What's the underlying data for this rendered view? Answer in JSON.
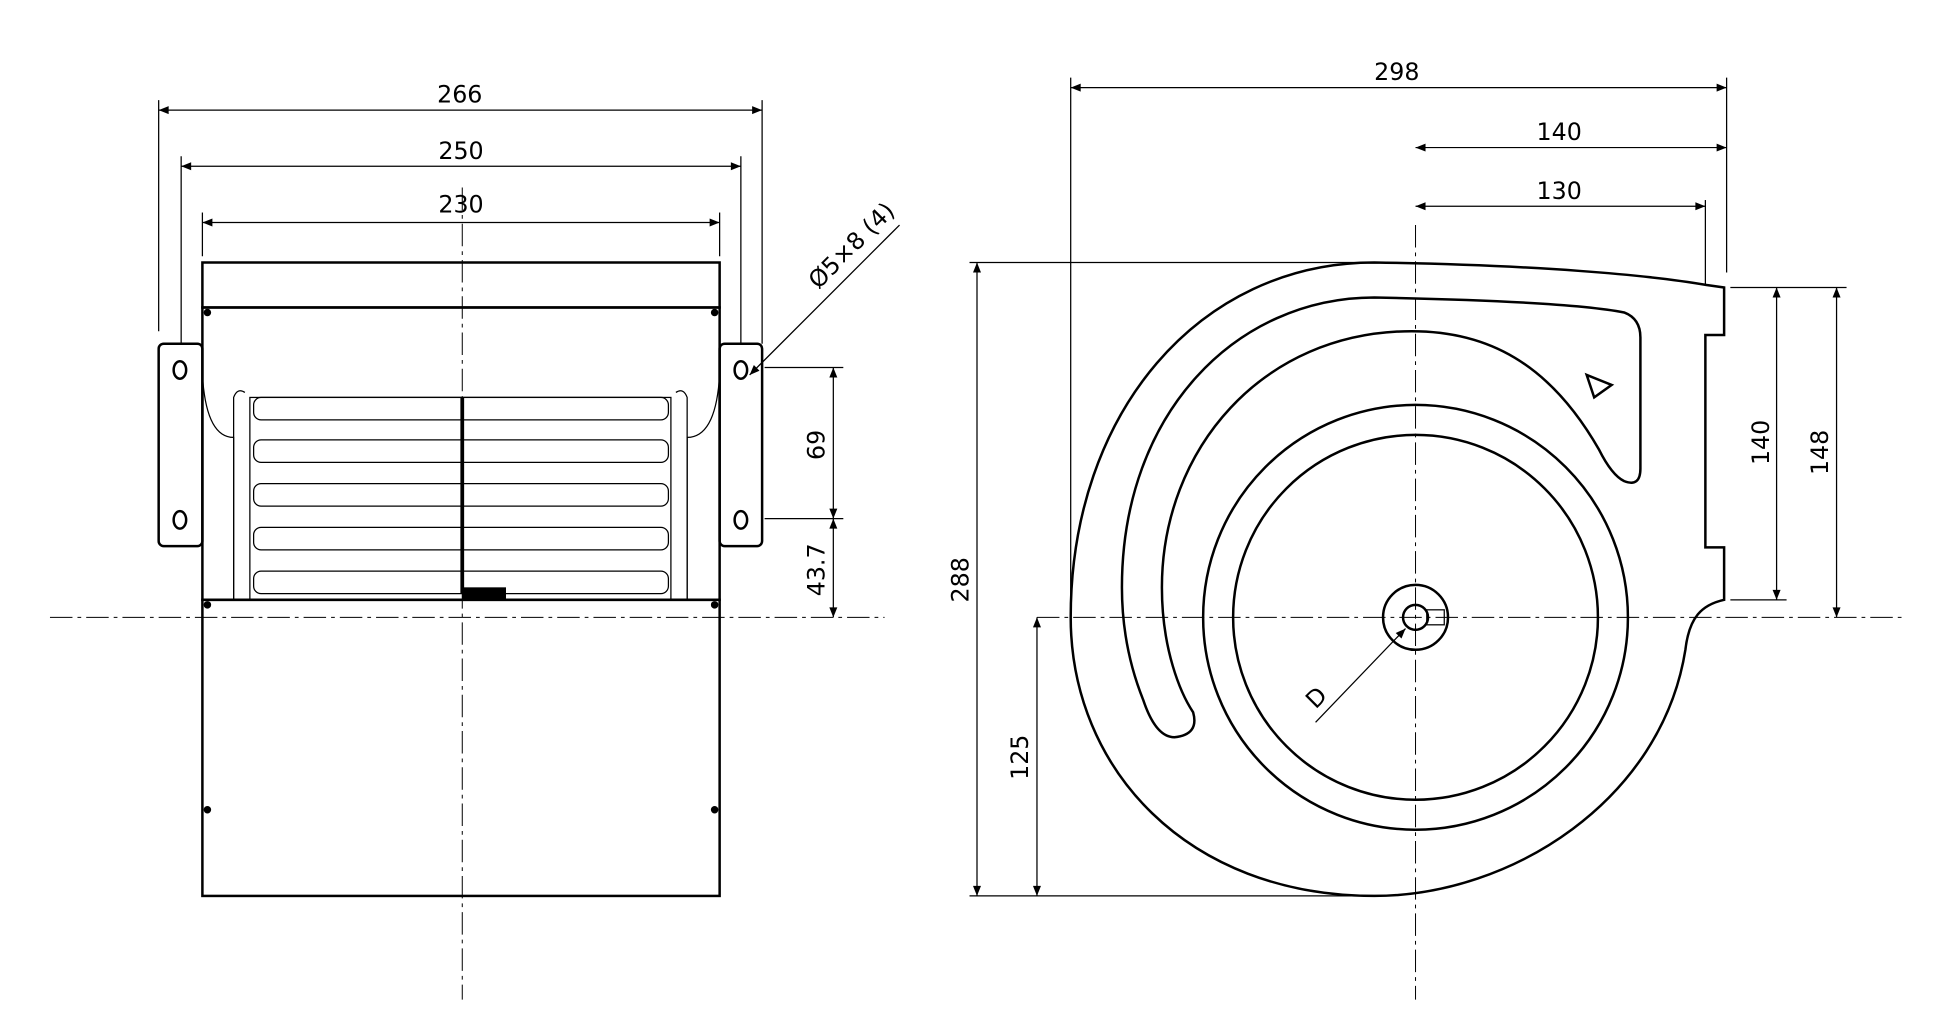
{
  "title": "Centrifugal blower dimensional drawing",
  "front_view": {
    "dim_overall_width": "266",
    "dim_flange_hole_spacing": "250",
    "dim_housing_width": "230",
    "dim_hole_callout": "Ø5×8 (4)",
    "dim_hole_vertical_spacing": "69",
    "dim_hole_to_axis": "43.7"
  },
  "side_view": {
    "dim_overall_width": "298",
    "dim_axis_to_flange": "140",
    "dim_axis_to_outlet": "130",
    "dim_overall_height": "288",
    "dim_axis_height": "125",
    "dim_outlet_inner": "140",
    "dim_outlet_outer": "148",
    "label_diameter": "D"
  },
  "colors": {
    "line": "#000000",
    "fill_light": "#f4f4f4",
    "fill_dark": "#8c8c8c"
  }
}
